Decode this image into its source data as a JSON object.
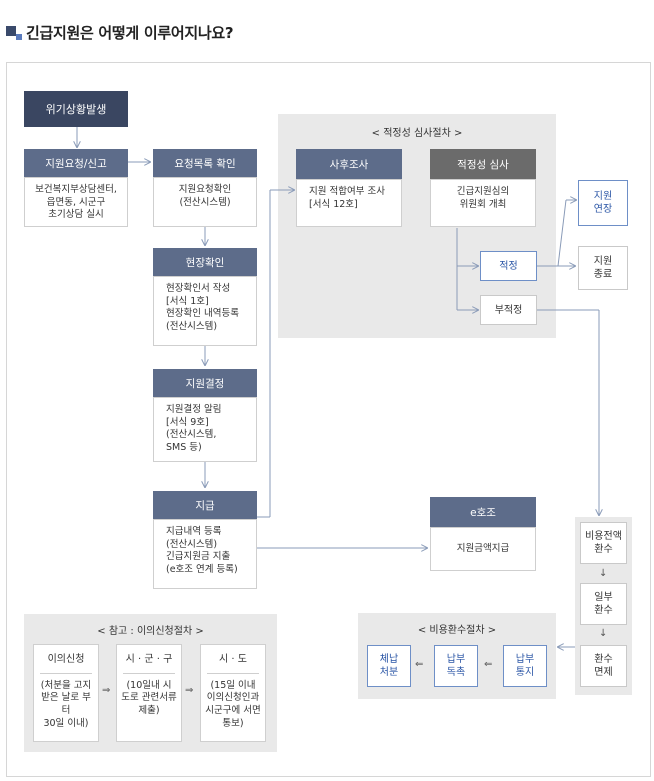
{
  "title": "긴급지원은 어떻게 이루어지나요?",
  "nodes": {
    "crisis": "위기상황발생",
    "request_head": "지원요청/신고",
    "request_body": "보건복지부상담센터,\n읍면동, 시군구\n초기상담 실시",
    "confirm_head": "요청목록 확인",
    "confirm_body": "지원요청확인\n(전산시스템)",
    "site_head": "현장확인",
    "site_body": "현장확인서 작성\n[서식 1호]\n현장확인 내역등록\n(전산시스템)",
    "decision_head": "지원결정",
    "decision_body": "지원결정 알림\n[서식 9호]\n(전산시스템,\nSMS 등)",
    "payment_head": "지급",
    "payment_body": "지급내역 등록\n(전산시스템)\n긴급지원금 지출\n(e호조 연계 등록)",
    "ehojo_head": "e호조",
    "ehojo_body": "지원금액지급"
  },
  "review": {
    "label": "< 적정성 심사절차 >",
    "post_head": "사후조사",
    "post_body": "지원 적합여부 조사\n[서식 12호]",
    "review_head": "적정성 심사",
    "review_body": "긴급지원심의\n위원회 개최",
    "appropriate": "적정",
    "inappropriate": "부적정",
    "extend": "지원\n연장",
    "end": "지원\n종료"
  },
  "refund_col": {
    "full": "비용전액\n환수",
    "partial": "일부\n환수",
    "exempt": "환수\n면제",
    "arrow": "↓"
  },
  "refund": {
    "label": "< 비용환수절차 >",
    "notice": "납부\n통지",
    "urge": "납부\n독촉",
    "disposal": "체납\n처분",
    "arrow": "⇐"
  },
  "objection": {
    "label": "< 참고 : 이의신청절차 >",
    "arrow": "⇒",
    "steps": [
      {
        "title": "이의신청",
        "desc": "(처분을 고지\n받은 날로 부터\n30일 이내)"
      },
      {
        "title": "시 · 군 · 구",
        "desc": "(10일내 시\n도로 관련서류\n제출)"
      },
      {
        "title": "시 · 도",
        "desc": "(15일 이내\n이의신청인과\n시군구에 서면\n통보)"
      }
    ]
  },
  "colors": {
    "dark_header": "#3a4661",
    "slate_header": "#5d6c8a",
    "grey_header": "#6b6b6b",
    "panel_bg": "#e9e9e9",
    "blue_text": "#2b56a6",
    "line": "#8a9bb8"
  }
}
